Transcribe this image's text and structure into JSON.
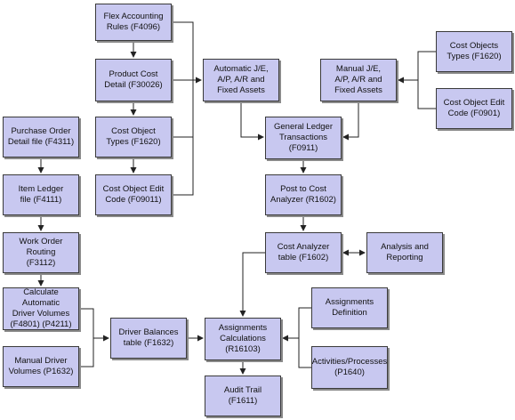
{
  "colors": {
    "box_fill": "#c8c8f0",
    "box_border": "#3a3a3a",
    "connector": "#222222"
  },
  "nodes": {
    "flex_accounting_rules": "Flex Accounting\nRules (F4096)",
    "product_cost_detail": "Product Cost\nDetail (F30026)",
    "cost_object_types_left": "Cost Object\nTypes (F1620)",
    "cost_object_edit_code_left": "Cost Object Edit\nCode (F09011)",
    "automatic_je": "Automatic J/E,\nA/P, A/R and\nFixed Assets",
    "manual_je": "Manual J/E,\nA/P, A/R and\nFixed Assets",
    "cost_objects_types_right": "Cost Objects\nTypes (F1620)",
    "cost_object_edit_code_right": "Cost Object Edit\nCode (F0901)",
    "general_ledger_transactions": "General Ledger\nTransactions\n(F0911)",
    "post_to_cost_analyzer": "Post to Cost\nAnalyzer (R1602)",
    "cost_analyzer_table": "Cost Analyzer\ntable (F1602)",
    "analysis_and_reporting": "Analysis and\nReporting",
    "purchase_order_detail": "Purchase Order\nDetail file (F4311)",
    "item_ledger_file": "Item Ledger\nfile (F4111)",
    "work_order_routing": "Work Order Routing\n(F3112)",
    "calculate_automatic_driver_volumes": "Calculate Automatic\nDriver Volumes\n(F4801) (P4211)",
    "manual_driver_volumes": "Manual Driver\nVolumes (P1632)",
    "driver_balances_table": "Driver Balances\ntable (F1632)",
    "assignments_calculations": "Assignments\nCalculations\n(R16103)",
    "assignments_definition": "Assignments\nDefinition",
    "activities_processes": "Activities/Processes\n(P1640)",
    "audit_trail": "Audit Trail\n(F1611)"
  }
}
